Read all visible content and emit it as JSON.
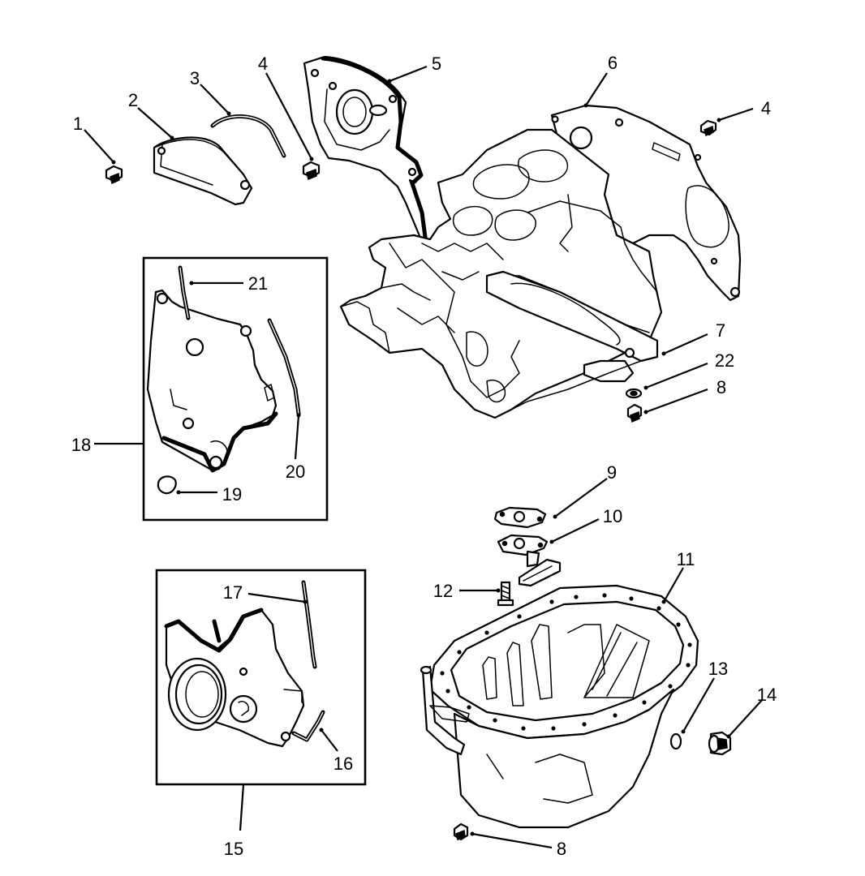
{
  "callouts": {
    "c1": "1",
    "c2": "2",
    "c3": "3",
    "c4a": "4",
    "c5": "5",
    "c6": "6",
    "c4b": "4",
    "c7": "7",
    "c22": "22",
    "c8a": "8",
    "c21": "21",
    "c18": "18",
    "c20": "20",
    "c19": "19",
    "c9": "9",
    "c10": "10",
    "c11": "11",
    "c12": "12",
    "c17": "17",
    "c13": "13",
    "c14": "14",
    "c16": "16",
    "c15": "15",
    "c8b": "8"
  }
}
